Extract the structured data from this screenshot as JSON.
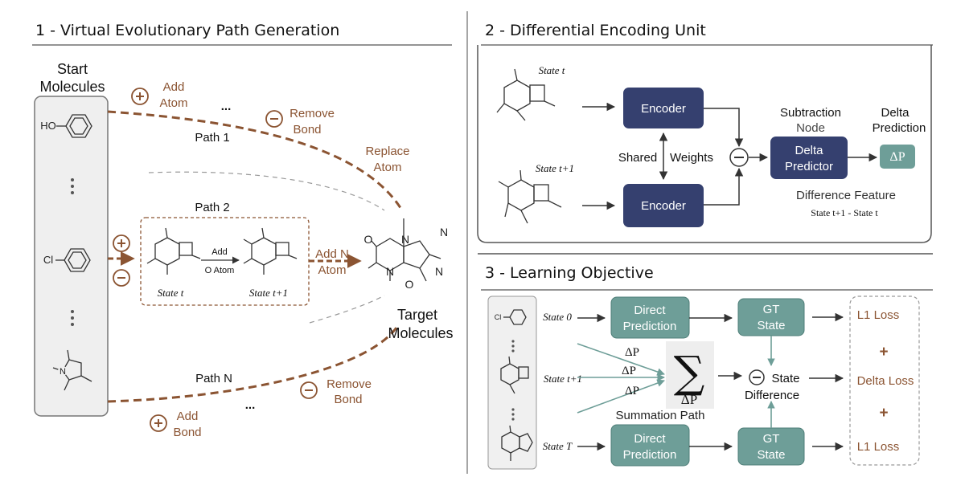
{
  "section1": {
    "title": "1 - Virtual Evolutionary Path Generation",
    "start_molecules": [
      "Start",
      "Molecules"
    ],
    "start_atoms": {
      "ho": "HO",
      "cl": "Cl"
    },
    "ops": {
      "add_atom": [
        "Add",
        "Atom"
      ],
      "remove_bond_top": [
        "Remove",
        "Bond"
      ],
      "replace_atom": [
        "Replace",
        "Atom"
      ],
      "add_n_atom": [
        "Add N",
        "Atom"
      ],
      "remove_bond_bottom": [
        "Remove",
        "Bond"
      ],
      "add_bond": [
        "Add",
        "Bond"
      ]
    },
    "paths": {
      "path1": "Path 1",
      "path2": "Path 2",
      "pathN": "Path N"
    },
    "ellipsis": "...",
    "inset": {
      "add_label": "Add",
      "o_atom_label": "O Atom",
      "state_t": "State t",
      "state_t1": "State t+1"
    },
    "target_molecules": [
      "Target",
      "Molecules"
    ],
    "target_atoms": {
      "o": "O",
      "n": "N"
    }
  },
  "section2": {
    "title": "2 - Differential Encoding Unit",
    "state_t": "State t",
    "state_t1": "State t+1",
    "encoder_top": "Encoder",
    "encoder_bottom": "Encoder",
    "shared": "Shared",
    "weights": "Weights",
    "subtraction_node": [
      "Subtraction",
      "Node"
    ],
    "delta_predictor": [
      "Delta",
      "Predictor"
    ],
    "delta_prediction": [
      "Delta",
      "Prediction"
    ],
    "delta_p": "ΔP",
    "difference_feature": "Difference Feature",
    "difference_formula": "State t+1  -  State t"
  },
  "section3": {
    "title": "3 - Learning Objective",
    "state_0": "State 0",
    "state_t1": "State t+1",
    "state_T": "State T",
    "direct_prediction": [
      "Direct",
      "Prediction"
    ],
    "gt_state": [
      "GT",
      "State"
    ],
    "delta_labels": [
      "ΔP",
      "ΔP",
      "ΔP"
    ],
    "summation_symbol": "∑",
    "summation_sub": "ΔP",
    "summation_path": "Summation Path",
    "state_difference": [
      "State",
      "Difference"
    ],
    "l1_loss": "L1 Loss",
    "delta_loss": "Delta Loss",
    "plus": "+"
  },
  "colors": {
    "navy": "#35406f",
    "teal": "#6e9e98",
    "brown": "#8b5432",
    "panel_gray": "#f0f0f0"
  }
}
